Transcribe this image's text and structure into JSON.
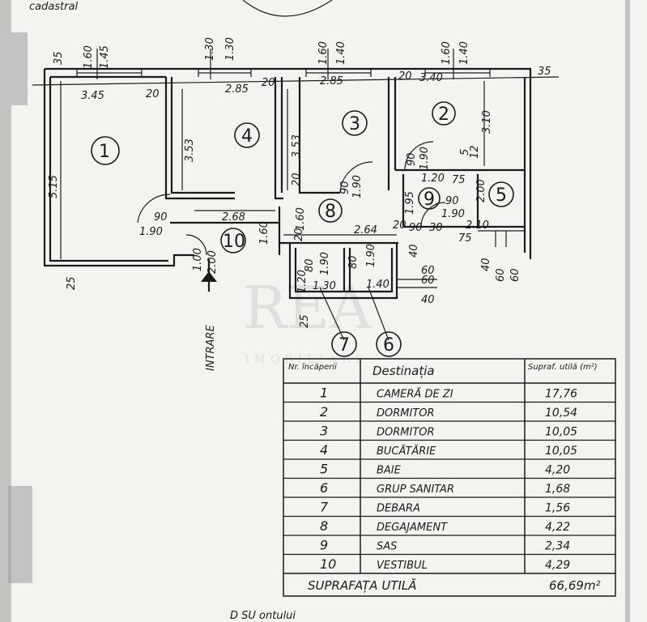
{
  "header": {
    "cadastral_fragment": "cadastral",
    "footer_fragment": "D SU ontului"
  },
  "rooms": [
    {
      "id": "1"
    },
    {
      "id": "2"
    },
    {
      "id": "3"
    },
    {
      "id": "4"
    },
    {
      "id": "5"
    },
    {
      "id": "6"
    },
    {
      "id": "7"
    },
    {
      "id": "8"
    },
    {
      "id": "9"
    },
    {
      "id": "10"
    }
  ],
  "entrance_label": "INTRARE",
  "watermark": {
    "main": "REA",
    "sub": "IMOBILIARE"
  },
  "dimensions": {
    "top_window_1": "1.60",
    "top_window_1b": "1.45",
    "top_window_4": "1.30",
    "top_window_4b": "1.30",
    "top_window_3": "1.60",
    "top_window_3b": "1.40",
    "top_window_2": "1.60",
    "top_window_2b": "1.40",
    "w35_left": "35",
    "w35_right": "35",
    "r1_width": "3.45",
    "r1_wall": "20",
    "r4_width": "2.85",
    "r4_wall": "20",
    "r3_width": "2.85",
    "r2_wall": "20",
    "r2_width": "3.40",
    "r1_height": "5.15",
    "r4_height": "3.53",
    "r3_height": "3.53",
    "r2_height": "3.10",
    "r8_height": "1.60",
    "r10_width": "2.68",
    "r10_height": "1.60",
    "r8_width": "2.64",
    "door_90": "90",
    "door_190": "1.90",
    "d_90b": "90",
    "d_190b": "1.90",
    "d_90c": "90",
    "d_190c": "1.90",
    "r9_120": "1.20",
    "r9_75": "75",
    "r9_195": "1.95",
    "r5_200": "2.00",
    "r9_90": "90",
    "r9_190": "1.90",
    "r5_210": "2.10",
    "r5_75": "75",
    "w20a": "20",
    "w90a": "90",
    "w30a": "30",
    "w12": "12",
    "w5": "5",
    "entr_100": "1.00",
    "entr_200": "2.00",
    "r7_80": "80",
    "r7_190": "1.90",
    "r6_80": "80",
    "r6_190": "1.90",
    "r7_120": "1.20",
    "r7_130": "1.30",
    "r6_140": "1.40",
    "w60a": "60",
    "w60b": "60",
    "w40a": "40",
    "w40b": "40",
    "w40c": "40",
    "w60c": "60",
    "w60d": "60",
    "w25a": "25",
    "w25b": "25",
    "w20b": "20",
    "w20c": "20"
  },
  "table": {
    "col1_header": "Nr. încăperii",
    "col2_header": "Destinația",
    "col3_header": "Supraf. utilă (m²)",
    "rows": [
      {
        "nr": "1",
        "dest": "CAMERĂ DE ZI",
        "area": "17,76"
      },
      {
        "nr": "2",
        "dest": "DORMITOR",
        "area": "10,54"
      },
      {
        "nr": "3",
        "dest": "DORMITOR",
        "area": "10,05"
      },
      {
        "nr": "4",
        "dest": "BUCĂTĂRIE",
        "area": "10,05"
      },
      {
        "nr": "5",
        "dest": "BAIE",
        "area": "4,20"
      },
      {
        "nr": "6",
        "dest": "GRUP SANITAR",
        "area": "1,68"
      },
      {
        "nr": "7",
        "dest": "DEBARA",
        "area": "1,56"
      },
      {
        "nr": "8",
        "dest": "DEGAJAMENT",
        "area": "4,22"
      },
      {
        "nr": "9",
        "dest": "SAS",
        "area": "2,34"
      },
      {
        "nr": "10",
        "dest": "VESTIBUL",
        "area": "4,29"
      }
    ],
    "total_label": "SUPRAFAȚA UTILĂ",
    "total_value": "66,69m²"
  }
}
